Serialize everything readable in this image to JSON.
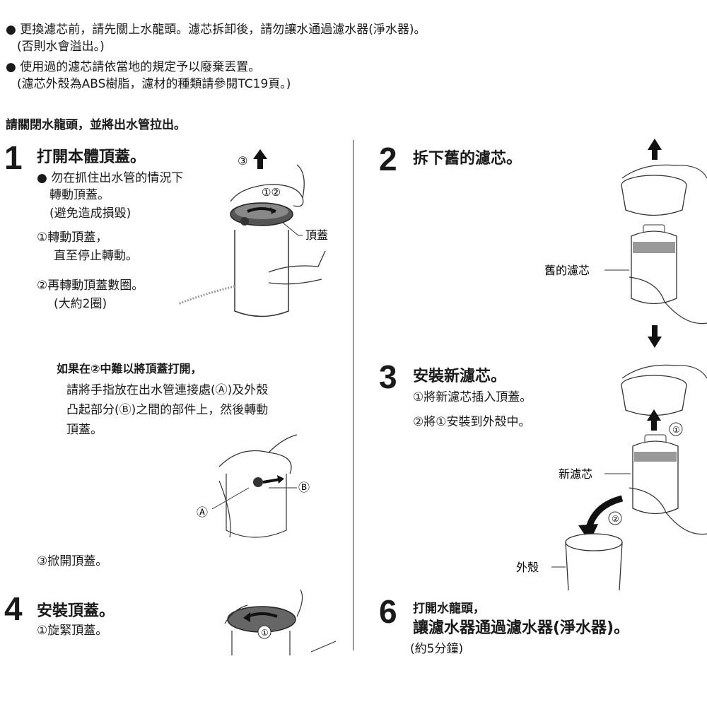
{
  "notes": [
    {
      "bullet": "●",
      "line1": "更換濾芯前，請先關上水龍頭。濾芯拆卸後，請勿讓水通過濾水器(淨水器)。",
      "line2": "(否則水會溢出。)"
    },
    {
      "bullet": "●",
      "line1": "使用過的濾芯請依當地的規定予以廢棄丟置。",
      "line2": "(濾芯外殼為ABS樹脂，濾材的種類請參閱TC19頁。)"
    }
  ],
  "intro": "請關閉水龍頭，並將出水管拉出。",
  "step1": {
    "number": "1",
    "title": "打開本體頂蓋。",
    "bullet": "●",
    "warn_l1": "勿在抓住出水管的情況下",
    "warn_l2": "轉動頂蓋。",
    "warn_l3": "(避免造成損毀)",
    "s1_l1": "①轉動頂蓋，",
    "s1_l2": "直至停止轉動。",
    "s2_l1": "②再轉動頂蓋數圈。",
    "s2_l2": "(大約2圈)",
    "label_cover": "頂蓋",
    "fig_up": "③",
    "fig_rot": "①②",
    "hard_title": "如果在②中難以將頂蓋打開，",
    "hard_l1": "請將手指放在出水管連接處(Ⓐ)及外殼",
    "hard_l2": "凸起部分(Ⓑ)之間的部件上，然後轉動",
    "hard_l3": "頂蓋。",
    "label_a": "Ⓐ",
    "label_b": "Ⓑ",
    "s3": "③掀開頂蓋。"
  },
  "step2": {
    "number": "2",
    "title": "拆下舊的濾芯。",
    "label_old": "舊的濾芯"
  },
  "step3": {
    "number": "3",
    "title": "安裝新濾芯。",
    "s1": "①將新濾芯插入頂蓋。",
    "s2": "②將①安裝到外殼中。",
    "label_new": "新濾芯",
    "label_case": "外殼",
    "fig1": "①",
    "fig2": "②"
  },
  "step4": {
    "number": "4",
    "title": "安裝頂蓋。",
    "s1": "①旋緊頂蓋。",
    "fig1": "①"
  },
  "step6": {
    "number": "6",
    "l1": "打開水龍頭，",
    "l2": "讓濾水器通過濾水器(淨水器)。",
    "l3": "(約5分鐘)"
  }
}
